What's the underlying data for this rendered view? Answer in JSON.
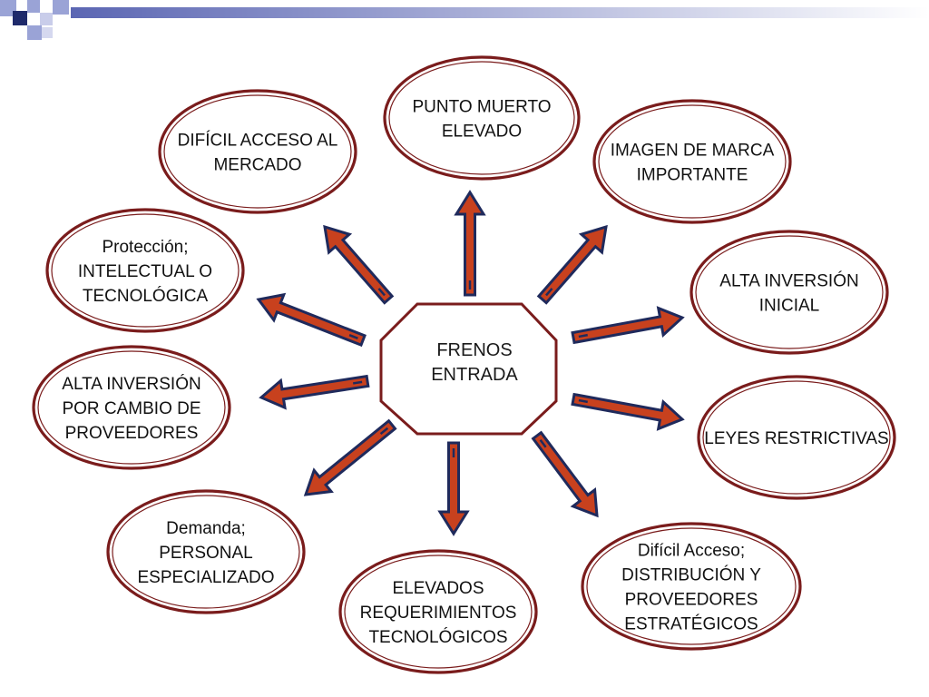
{
  "colors": {
    "ellipse_stroke": "#7a1c1c",
    "arrow_fill": "#c8411e",
    "arrow_stroke": "#1f2a5c",
    "corner_dark": "#1f2a6b",
    "corner_light": "#9aa3d6",
    "corner_bar": "#5b66b3"
  },
  "center": {
    "lines": [
      "FRENOS",
      "ENTRADA"
    ]
  },
  "nodes": [
    {
      "id": "punto-muerto",
      "lines": [
        "PUNTO MUERTO",
        "ELEVADO"
      ]
    },
    {
      "id": "imagen-marca",
      "lines": [
        "IMAGEN DE MARCA",
        "IMPORTANTE"
      ]
    },
    {
      "id": "alta-inversion-inicial",
      "lines": [
        "ALTA INVERSIÓN",
        "INICIAL"
      ]
    },
    {
      "id": "leyes-restrictivas",
      "lines": [
        "LEYES RESTRICTIVAS"
      ]
    },
    {
      "id": "dificil-acceso-distribucion",
      "lines": [
        "Difícil Acceso;",
        "DISTRIBUCIÓN Y",
        "PROVEEDORES",
        "ESTRATÉGICOS"
      ]
    },
    {
      "id": "elevados-requerimientos",
      "lines": [
        "ELEVADOS",
        "REQUERIMIENTOS",
        "TECNOLÓGICOS"
      ]
    },
    {
      "id": "demanda-personal",
      "lines": [
        "Demanda;",
        "PERSONAL",
        "ESPECIALIZADO"
      ]
    },
    {
      "id": "alta-inversion-proveedores",
      "lines": [
        "ALTA INVERSIÓN",
        "POR CAMBIO DE",
        "PROVEEDORES"
      ]
    },
    {
      "id": "proteccion",
      "lines": [
        "Protección;",
        "INTELECTUAL O",
        "TECNOLÓGICA"
      ]
    },
    {
      "id": "dificil-acceso-mercado",
      "lines": [
        "DIFÍCIL ACCESO AL",
        "MERCADO"
      ]
    }
  ]
}
